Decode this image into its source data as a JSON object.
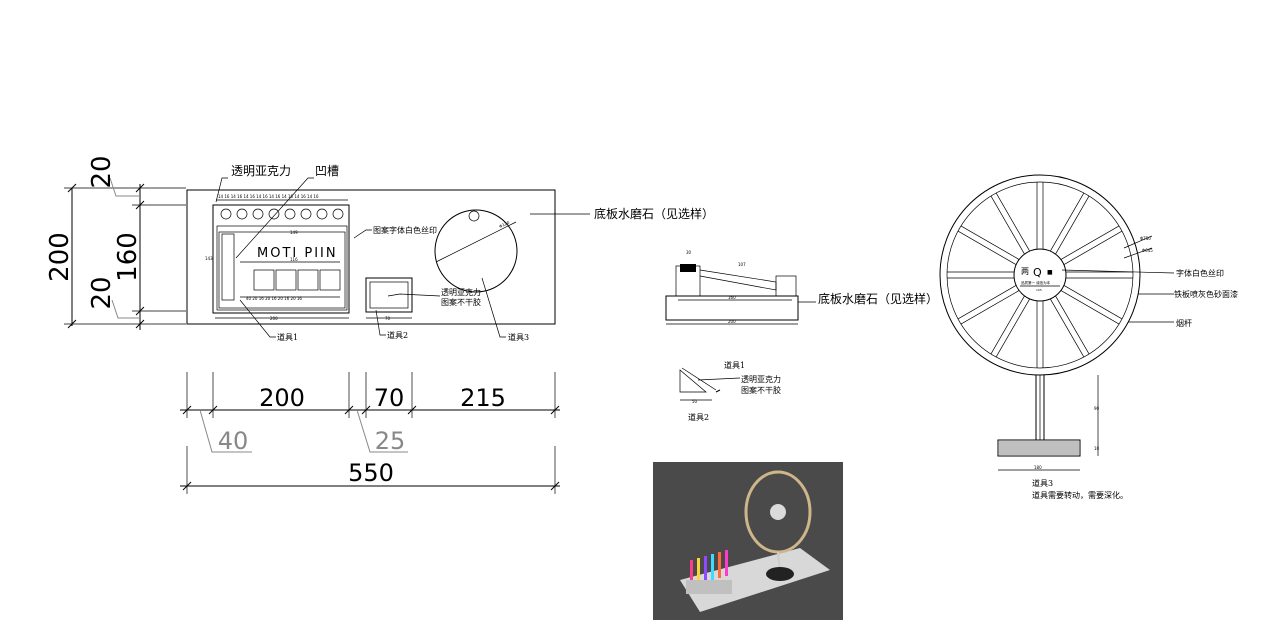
{
  "callouts": {
    "acrylic": "透明亚克力",
    "groove": "凹槽",
    "print_white": "图案字体白色丝印",
    "base_stone_main": "底板水磨石（见选样）",
    "base_stone_side": "底板水磨石（见选样）",
    "acrylic_no_glue": [
      "透明亚克力",
      "图案不干胶"
    ],
    "prop1_detail": "道具1",
    "acrylic_detail": [
      "透明亚克力",
      "图案不干胶"
    ],
    "prop2_detail": "道具2",
    "text_white_print": "字体白色丝印",
    "iron_plate": "铁板喷灰色砂面漆",
    "iron_rod": "烟杆",
    "prop3_title": "道具3",
    "prop3_note": "道具需要转动，需要深化。"
  },
  "prop_labels": {
    "prop1": "道具1",
    "prop2": "道具2",
    "prop3": "道具3"
  },
  "panel_text": "MOTI PIIN",
  "dimensions": {
    "top_margin": "20",
    "total_height": "200",
    "inner_height": "160",
    "bottom_margin": "20",
    "seg_200": "200",
    "seg_70": "70",
    "seg_215": "215",
    "left_offset": "40",
    "gap_25": "25",
    "total_width": "550"
  },
  "colors": {
    "line": "#000000",
    "dim_gray": "#888888",
    "photo_bg": "#4a4a4a"
  }
}
